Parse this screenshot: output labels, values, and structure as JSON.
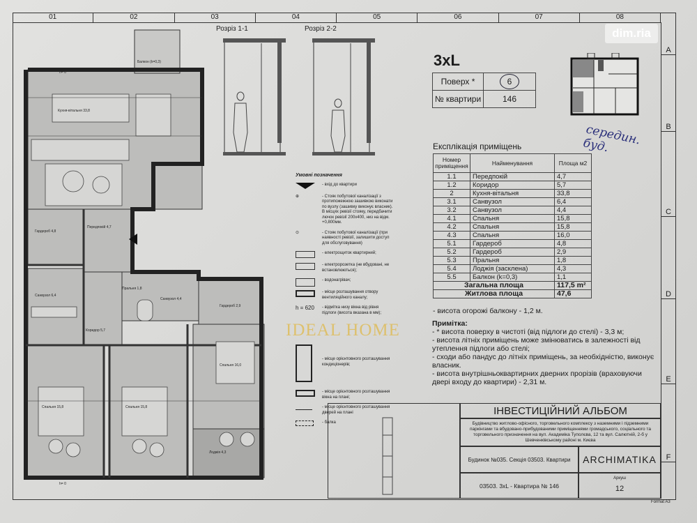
{
  "columns": [
    "01",
    "02",
    "03",
    "04",
    "05",
    "06",
    "07",
    "08"
  ],
  "rows": [
    "A",
    "B",
    "C",
    "D",
    "E",
    "F"
  ],
  "sections": {
    "s1": "Розріз 1-1",
    "s2": "Розріз 2-2"
  },
  "apartment_type": "3xL",
  "info": {
    "floor_label": "Поверх *",
    "floor_value": "6",
    "apt_label": "№ квартири",
    "apt_value": "146"
  },
  "handwritten_note": "середин. буд.",
  "explication": {
    "title": "Експлікація приміщень",
    "headers": [
      "Номер приміщення",
      "Найменування",
      "Площа м2"
    ],
    "rows": [
      [
        "1.1",
        "Передпокій",
        "4,7"
      ],
      [
        "1.2",
        "Коридор",
        "5,7"
      ],
      [
        "2",
        "Кухня-вітальня",
        "33,8"
      ],
      [
        "3.1",
        "Санвузол",
        "6,4"
      ],
      [
        "3.2",
        "Санвузол",
        "4,4"
      ],
      [
        "4.1",
        "Спальня",
        "15,8"
      ],
      [
        "4.2",
        "Спальня",
        "15,8"
      ],
      [
        "4.3",
        "Спальня",
        "16,0"
      ],
      [
        "5.1",
        "Гардероб",
        "4,8"
      ],
      [
        "5.2",
        "Гардероб",
        "2,9"
      ],
      [
        "5.3",
        "Пральня",
        "1,8"
      ],
      [
        "5.4",
        "Лоджія (засклена)",
        "4,3"
      ],
      [
        "5.5",
        "Балкон (k=0,3)",
        "1,1"
      ]
    ],
    "total_label": "Загальна площа",
    "total_value": "117,5 m²",
    "living_label": "Житлова площа",
    "living_value": "47,6"
  },
  "balcony_note": "- висота огорожі балкону - 1,2 м.",
  "notes": {
    "title": "Примітка:",
    "lines": [
      "- * висота поверху в чистоті (від підлоги до стелі) - 3,3 м;",
      "- висота літніх приміщень може змінюватись в залежності від утеплення підлоги або стелі;",
      "- сходи або пандус до літніх приміщень, за необхідністю, виконує власник.",
      "- висота внутрішньоквартирних дверних прорізів (враховуючи двері входу до квартири) - 2,31 м."
    ]
  },
  "title_block": {
    "album": "ІНВЕСТИЦІЙНИЙ АЛЬБОМ",
    "description": "Будівництво житлово-офісного, торговельного комплексу з наземними і підземними паркінгами та вбудовано-прибудованими приміщеннями громадського, соціального та торговельного призначення на вул. Академіка Туполєва, 12 та вул. Салютній, 2-б у Шевченківському районі м. Києва",
    "building": "Будинок №035. Секція 03503. Квартири",
    "company": "ARCHIMATIKA",
    "sheet": "03503. 3xL - Квартира № 146",
    "sheet_no_label": "Аркуш",
    "sheet_no": "12",
    "format": "Format A3"
  },
  "legend": {
    "title": "Умовні позначення",
    "items": [
      "- вхід до квартири",
      "- Стояк побутової каналізації з протипожежною зашивкою виконати по вузлу (зашивку виконує власник). В місцях ревізії стояку, передбачити лючок ревізії 200х400, низ на відм. +0,800мм.",
      "- Стояк побутової каналізації (при наявності ревізії, залишити доступ для обслуговування)",
      "- електрощиток квартирний;",
      "- електророзетка (не вбудовані, не встановлюються);",
      "- водонагрівач;",
      "- місце розташування отвору вентиляційного каналу;",
      "- відмітка низу вікна від рівня підлоги (висота вказана в мм);",
      "- місце орієнтовного розташування кондиціонерів;",
      "- місце орієнтовного розташування вікна на плані;",
      "- місце орієнтовного розташування дверей на плані",
      "- балка"
    ],
    "h_label": "h = 620"
  },
  "plan_rooms": {
    "kitchen": "Кухня-вітальня 33,8",
    "wardrobe1": "Гардероб 4,8",
    "hall": "Передпокій 4,7",
    "bath1": "Санвузол 6,4",
    "bath2": "Санвузол 4,4",
    "laundry": "Пральня 1,8",
    "corridor": "Коридор 5,7",
    "wardrobe2": "Гардероб 2,9",
    "bed1": "Спальня 15,8",
    "bed2": "Спальня 15,8",
    "bed3": "Спальня 16,0",
    "loggia": "Лоджія 4,3",
    "balcony": "Балкон (k=0,3)",
    "h0": "h= 0"
  },
  "watermarks": {
    "agency": "IDEAL HOME",
    "site": "dim.ria"
  },
  "colors": {
    "paper": "#dadad8",
    "ink": "#1c1c1c",
    "watermark": "#debc5a",
    "handwriting": "#2a2f7a"
  }
}
